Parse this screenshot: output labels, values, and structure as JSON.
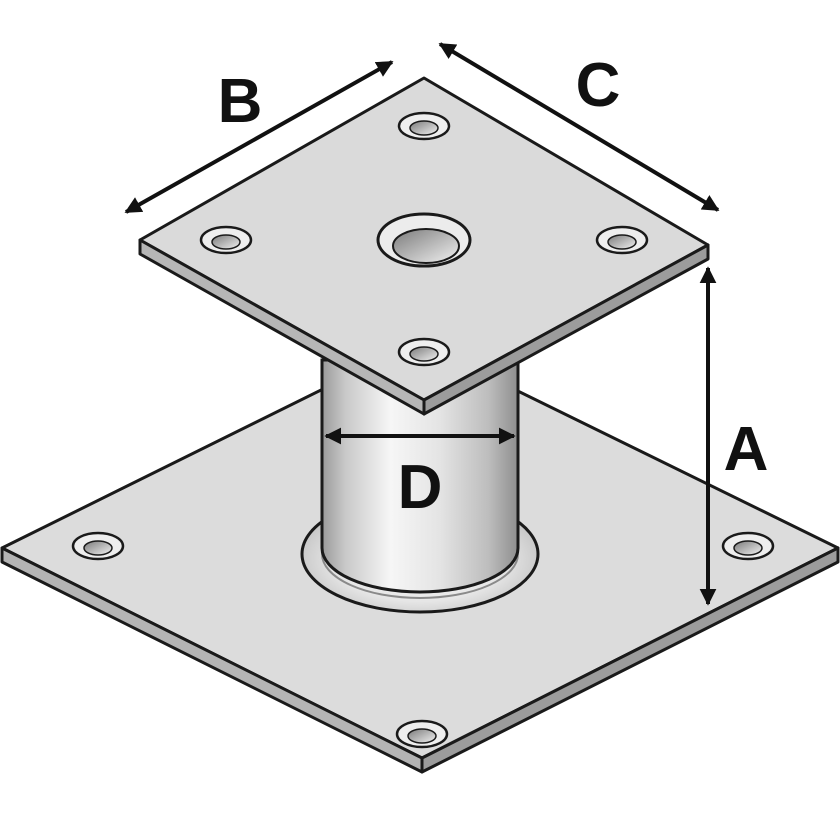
{
  "figure": {
    "labels": {
      "a": "A",
      "b": "B",
      "c": "C",
      "d": "D"
    },
    "colors": {
      "plate_fill": "#d8d8d8",
      "plate_edge": "#6e6e6e",
      "tube_light": "#f4f4f4",
      "tube_dark": "#a9a9a9",
      "outline": "#1a1a1a",
      "arrow": "#111111"
    }
  }
}
